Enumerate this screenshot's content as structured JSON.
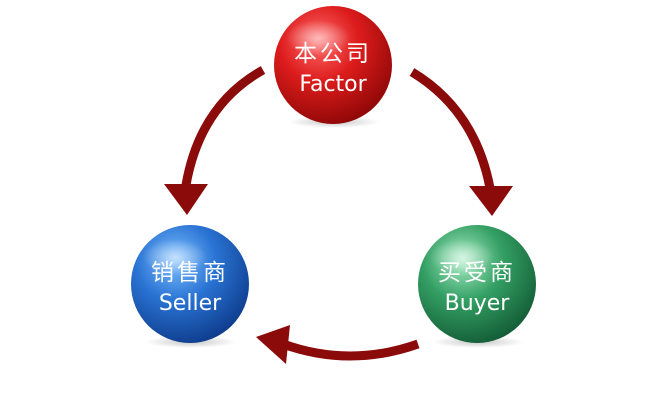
{
  "nodes": {
    "factor": {
      "label_cn": "本公司",
      "label_en": "Factor",
      "color": "#d01818"
    },
    "seller": {
      "label_cn": "销售商",
      "label_en": "Seller",
      "color": "#1f66c4"
    },
    "buyer": {
      "label_cn": "买受商",
      "label_en": "Buyer",
      "color": "#2f8f5a"
    }
  },
  "arrows": {
    "color": "#8b0a0a",
    "flows": [
      {
        "from": "factor",
        "to": "buyer"
      },
      {
        "from": "buyer",
        "to": "seller"
      },
      {
        "from": "factor",
        "to": "seller"
      }
    ]
  }
}
